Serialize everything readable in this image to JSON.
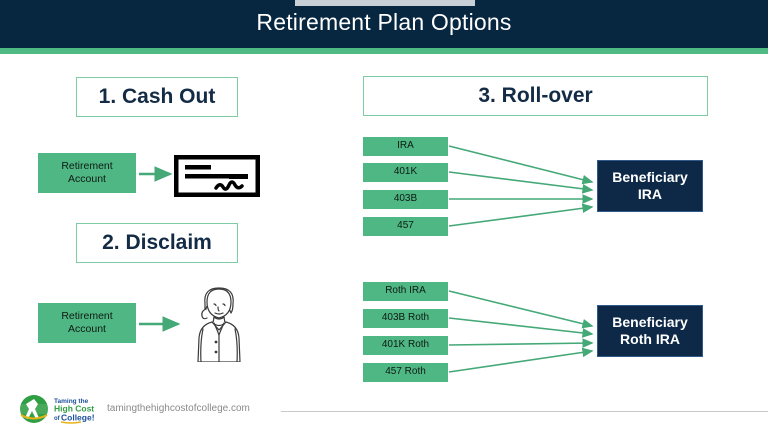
{
  "header": {
    "title": "Retirement Plan Options",
    "bar_color": "#07263f",
    "stripe_color": "#4fba84",
    "tab_color": "#c8d0d8"
  },
  "sections": {
    "cash_out": {
      "title": "1. Cash Out",
      "source_label": "Retirement\nAccount",
      "source_line1": "Retirement",
      "source_line2": "Account",
      "target_icon": "check-icon"
    },
    "disclaim": {
      "title": "2. Disclaim",
      "source_line1": "Retirement",
      "source_line2": "Account",
      "target_icon": "person-icon"
    },
    "rollover": {
      "title": "3. Roll-over",
      "groups": [
        {
          "sources": [
            "IRA",
            "401K",
            "403B",
            "457"
          ],
          "target_line1": "Beneficiary",
          "target_line2": "IRA"
        },
        {
          "sources": [
            "Roth IRA",
            "403B Roth",
            "401K Roth",
            "457 Roth"
          ],
          "target_line1": "Beneficiary",
          "target_line2": "Roth IRA"
        }
      ]
    }
  },
  "colors": {
    "green_box": "#4fb783",
    "green_border": "#7ecba4",
    "navy_box": "#0d2947",
    "navy_text": "#132b45",
    "arrow": "#44a877"
  },
  "footer": {
    "logo_line1": "Taming the",
    "logo_line2": "High Cost",
    "logo_line3_prefix": "of",
    "logo_line3": "College!",
    "url": "tamingthehighcostofcollege.com"
  }
}
